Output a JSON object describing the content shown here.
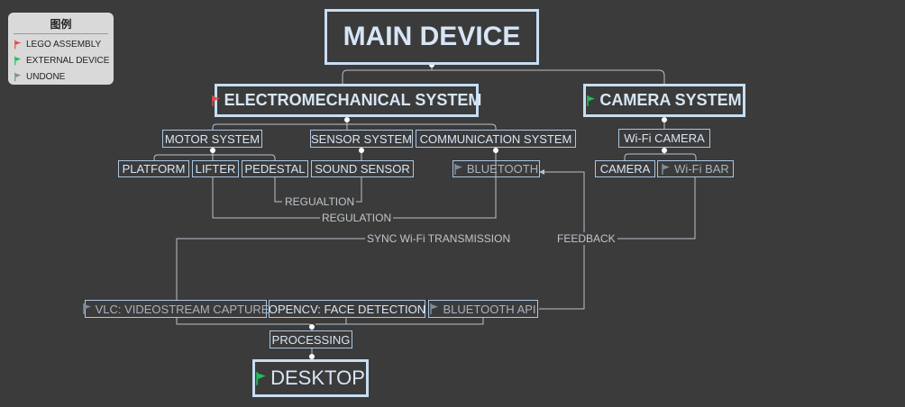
{
  "legend": {
    "title": "图例",
    "items": [
      {
        "label": "LEGO ASSEMBLY",
        "flag": "red-flag-icon",
        "color": "#e84a4a"
      },
      {
        "label": "EXTERNAL DEVICE",
        "flag": "green-flag-icon",
        "color": "#1fbf5a"
      },
      {
        "label": "UNDONE",
        "flag": "gray-flag-icon",
        "color": "#7f8c99"
      }
    ]
  },
  "nodes": {
    "main_device": "MAIN DEVICE",
    "electromechanical_system": "ELECTROMECHANICAL SYSTEM",
    "camera_system": "CAMERA SYSTEM",
    "motor_system": "MOTOR SYSTEM",
    "sensor_system": "SENSOR SYSTEM",
    "communication_system": "COMMUNICATION SYSTEM",
    "wifi_camera": "Wi-Fi CAMERA",
    "platform": "PLATFORM",
    "lifter": "LIFTER",
    "pedestal": "PEDESTAL",
    "sound_sensor": "SOUND SENSOR",
    "bluetooth": "BLUETOOTH",
    "camera": "CAMERA",
    "wifi_bar": "Wi-Fi BAR",
    "vlc": "VLC: VIDEOSTREAM CAPTURE",
    "opencv": "OPENCV: FACE DETECTION",
    "bluetooth_api": "BLUETOOTH API",
    "processing": "PROCESSING",
    "desktop": "DESKTOP"
  },
  "relations": {
    "regualtion": "REGUALTION",
    "regulation": "REGULATION",
    "sync_wifi": "SYNC Wi-Fi TRANSMISSION",
    "feedback": "FEEDBACK"
  },
  "colors": {
    "background": "#3b3b3b",
    "node_border": "#aac6e3",
    "node_text": "#d7e6f5",
    "connector": "#b9c2cb",
    "lego_flag": "#e84a4a",
    "external_flag": "#1fbf5a",
    "undone_flag": "#7f8c99"
  }
}
